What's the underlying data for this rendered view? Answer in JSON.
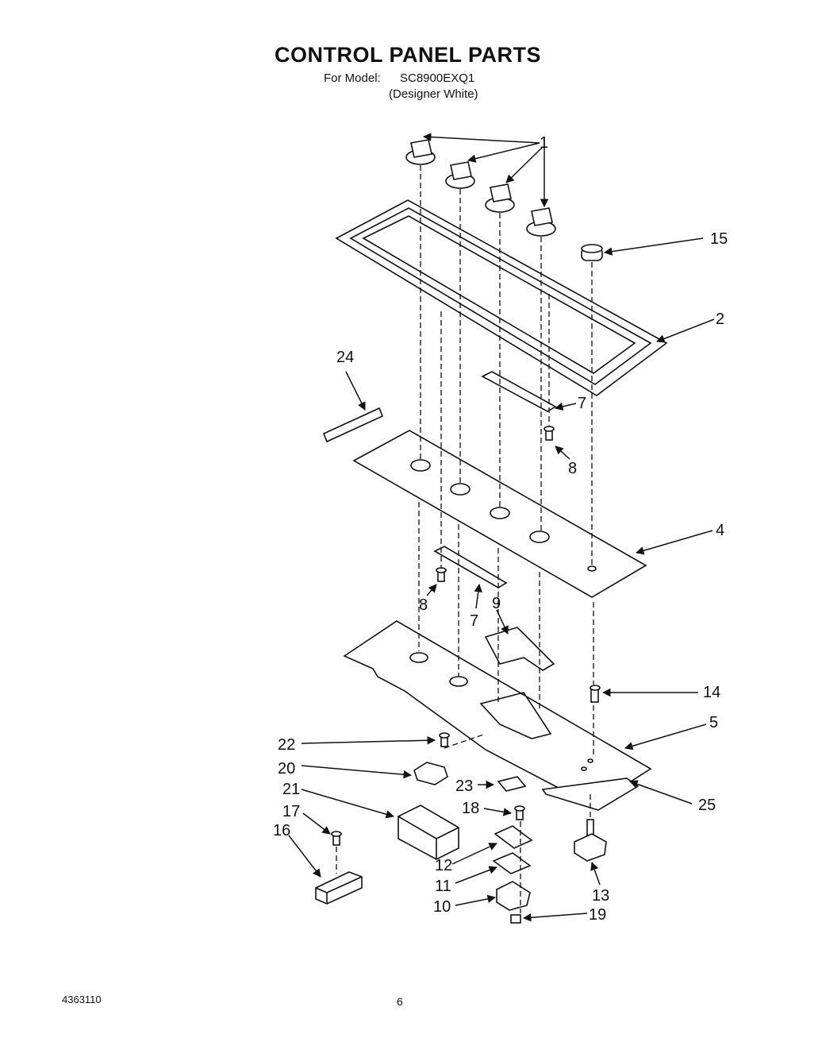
{
  "header": {
    "title": "CONTROL PANEL PARTS",
    "model_label": "For Model:",
    "model_value": "SC8900EXQ1",
    "subtitle": "(Designer White)"
  },
  "footer": {
    "doc_number": "4363110",
    "page_number": "6"
  },
  "callouts": {
    "c1": "1",
    "c2": "2",
    "c4": "4",
    "c5": "5",
    "c7a": "7",
    "c7b": "7",
    "c8a": "8",
    "c8b": "8",
    "c9": "9",
    "c10": "10",
    "c11": "11",
    "c12": "12",
    "c13": "13",
    "c14": "14",
    "c15": "15",
    "c16": "16",
    "c17": "17",
    "c18": "18",
    "c19": "19",
    "c20": "20",
    "c21": "21",
    "c22": "22",
    "c23": "23",
    "c24": "24",
    "c25": "25"
  }
}
